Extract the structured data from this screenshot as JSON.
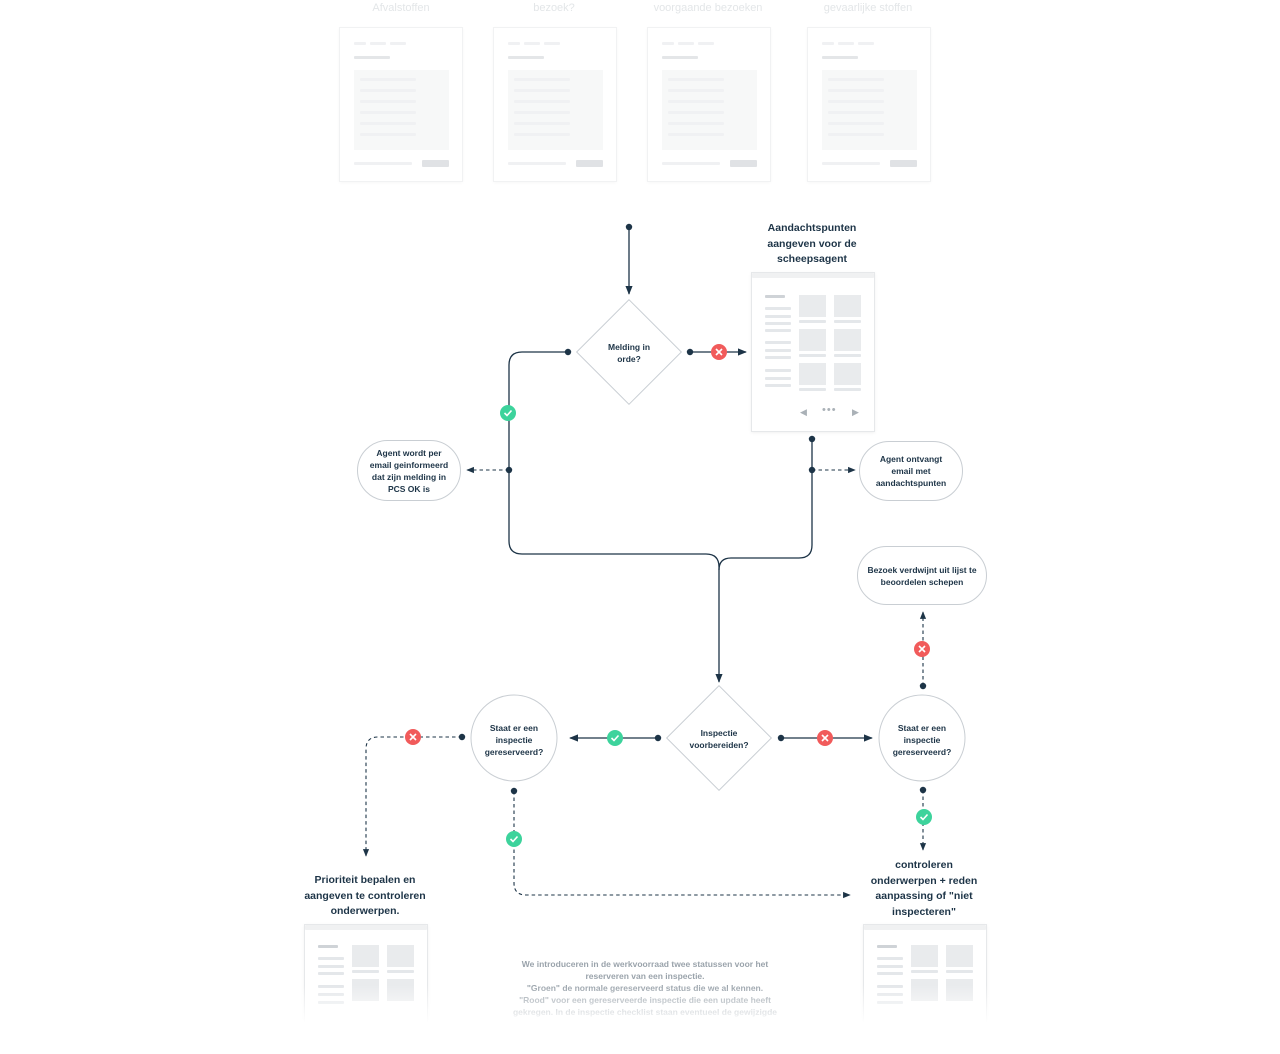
{
  "top_screens": [
    {
      "label": "Afvalstoffen"
    },
    {
      "label": "bezoek?"
    },
    {
      "label": "voorgaande bezoeken"
    },
    {
      "label": "gevaarlijke stoffen"
    }
  ],
  "nodes": {
    "melding": {
      "text": "Melding in orde?"
    },
    "inspectie_voorbereiden": {
      "text": "Inspectie voorbereiden?"
    },
    "staat_left": {
      "text": "Staat er een inspectie gereserveerd?"
    },
    "staat_right": {
      "text": "Staat er een inspectie gereserveerd?"
    }
  },
  "pills": {
    "agent_ok": "Agent wordt per email geinformeerd dat zijn melding in PCS OK is",
    "agent_aandacht": "Agent ontvangt email met aandachtspunten",
    "bezoek_verdwijnt": "Bezoek verdwijnt uit lijst te beoordelen schepen"
  },
  "headings": {
    "aandachtspunten": "Aandachtspunten aangeven voor de scheepsagent",
    "prioriteit": "Prioriteit bepalen en aangeven te controleren onderwerpen.",
    "controleren": "controleren onderwerpen + reden aanpassing of \"niet inspecteren\""
  },
  "note": {
    "lines": [
      "We introduceren in de werkvoorraad twee statussen voor het",
      "reserveren van een inspectie.",
      "\"Groen\" de normale gereserveerd status die we al kennen.",
      "\"Rood\" voor een gereserveerde inspectie die een update heeft",
      "gekregen. In de inspectie checklist staan eventueel de gewijzigde"
    ]
  },
  "colors": {
    "line": "#1d3447",
    "yes": "#3dd39c",
    "no": "#f15b5b",
    "border": "#c9ced3"
  },
  "icons": {
    "yes": "check-icon",
    "no": "cross-icon",
    "prev": "arrow-left-icon",
    "next": "arrow-right-icon"
  }
}
